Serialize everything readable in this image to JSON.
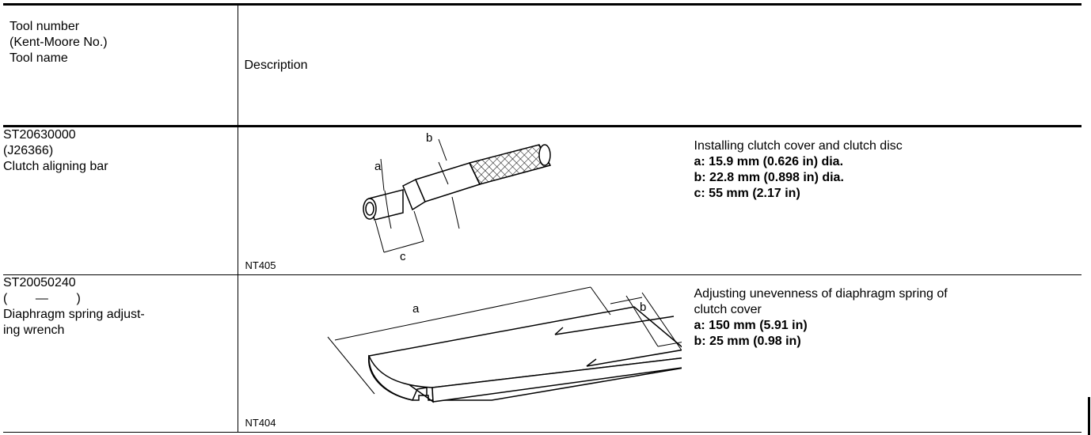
{
  "header": {
    "tool_number_lines": [
      "Tool number",
      "(Kent-Moore No.)",
      "Tool name"
    ],
    "description_label": "Description"
  },
  "tools": [
    {
      "tool_number": "ST20630000",
      "kent_moore_no": "(J26366)",
      "tool_name_lines": [
        "Clutch aligning bar"
      ],
      "figure_code": "NT405",
      "figure_labels": {
        "a": "a",
        "b": "b",
        "c": "c"
      },
      "purpose_lines": [
        "Installing clutch cover and clutch disc"
      ],
      "specs": [
        "a: 15.9 mm (0.626 in) dia.",
        "b: 22.8 mm (0.898 in) dia.",
        "c: 55 mm (2.17 in)"
      ]
    },
    {
      "tool_number": "ST20050240",
      "kent_moore_no": "(        —        )",
      "tool_name_lines": [
        "Diaphragm spring adjust-",
        "ing wrench"
      ],
      "figure_code": "NT404",
      "figure_labels": {
        "a": "a",
        "b": "b"
      },
      "purpose_lines": [
        "Adjusting unevenness of diaphragm spring of",
        "clutch cover"
      ],
      "specs": [
        "a: 150 mm (5.91 in)",
        "b: 25 mm (0.98 in)"
      ]
    }
  ]
}
